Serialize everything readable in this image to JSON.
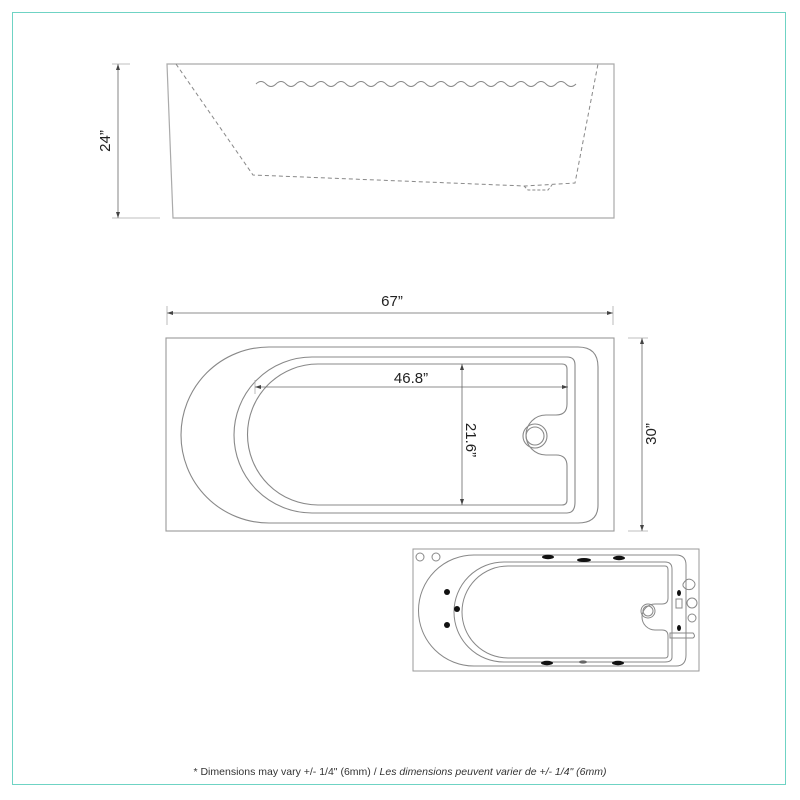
{
  "diagram": {
    "title": "Bathtub dimension drawing",
    "side_view": {
      "height_label": "24”"
    },
    "top_view": {
      "length_label": "67”",
      "width_label": "30”",
      "interior_length_label": "46.8”",
      "interior_width_label": "21.6”"
    },
    "jet_view": {
      "description": "Top view with jets and fixtures"
    },
    "colors": {
      "border": "#6fd3c4",
      "line": "#888888",
      "text": "#222222"
    }
  },
  "footnote": {
    "english": "* Dimensions may vary +/- 1/4\" (6mm) /",
    "french": "Les dimensions peuvent varier de +/- 1/4\" (6mm)"
  }
}
